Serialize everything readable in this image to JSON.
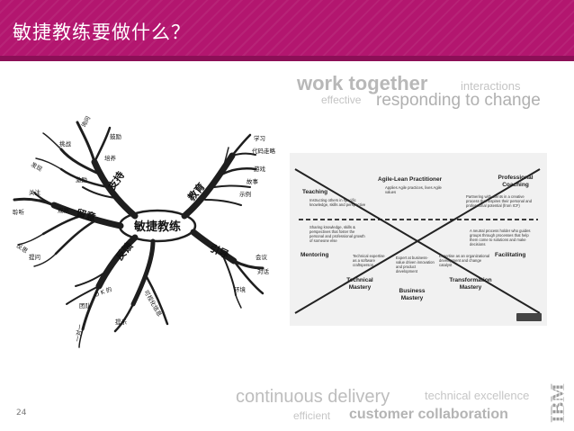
{
  "slide": {
    "title": "敏捷教练要做什么？",
    "page_number": "24",
    "logo": "IBM"
  },
  "colors": {
    "header": "#b3166f",
    "word_cloud": "#c9c9c9",
    "word_cloud_dark": "#a8a8a8"
  },
  "word_cloud_top": {
    "work_together": "work together",
    "interactions": "interactions",
    "effective": "effective",
    "responding_to_change": "responding to change"
  },
  "word_cloud_bottom": {
    "continuous_delivery": "continuous delivery",
    "technical_excellence": "technical excellence",
    "efficient": "efficient",
    "customer_collaboration": "customer collaboration"
  },
  "mind_map": {
    "center": "敏捷教练",
    "branches": {
      "support": "支持",
      "educate": "教育",
      "notice": "留意",
      "feedback": "反馈",
      "guide": "引导"
    },
    "leaves": {
      "inquire": "询问",
      "encourage": "鼓励",
      "cultivate": "培养",
      "challenge": "挑战",
      "inspire": "激励",
      "discover": "发现",
      "care": "关注",
      "observe": "观察",
      "listen": "聆听",
      "reflect": "反思",
      "remind": "提问",
      "learn": "学习",
      "code_review": "代码走略",
      "game": "游戏",
      "story": "故事",
      "example": "示例",
      "meeting": "会议",
      "dialog": "对话",
      "environment": "环境",
      "team": "团队",
      "one_on_one": "一对一",
      "hint": "提示",
      "visual": "可视化信息",
      "ok_ok": "O K 的"
    }
  },
  "practitioner_matrix": {
    "title": "Agile-Lean Practitioner",
    "roles": {
      "teaching": "Teaching",
      "coaching": "Professional Coaching",
      "mentoring": "Mentoring",
      "facilitating": "Facilitating",
      "technical": "Technical Mastery",
      "business": "Business Mastery",
      "transformation": "Transformation Mastery"
    },
    "descriptions": {
      "practitioner": "Applies Agile practices, lives Agile values",
      "teaching": "Instructing others in specific knowledge, skills and perspective",
      "mentoring": "Sharing knowledge, skills & perspectives that foster the personal and professional growth of someone else",
      "coaching": "Partnering with clients in a creative process that inspires their personal and professional potential (from ICF)",
      "facilitating": "A neutral process holder who guides groups through processes that help them come to solutions and make decisions",
      "technical": "Technical expertise as a software craftsperson",
      "business": "Expert at business-value driven innovation and product development",
      "transformation": "Expertise as an organizational development and change catalyst"
    }
  }
}
